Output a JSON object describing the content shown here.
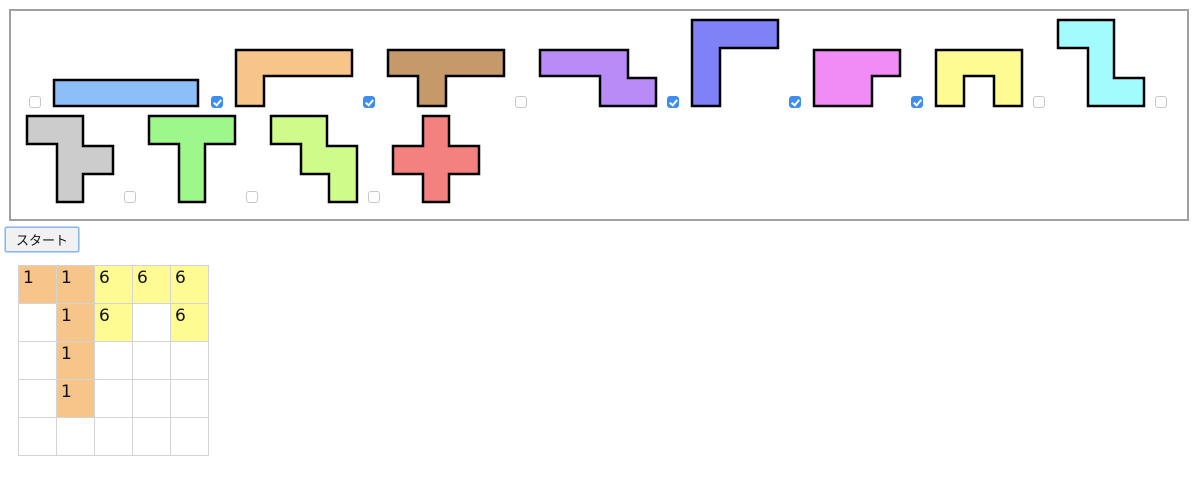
{
  "pieces": [
    {
      "id": "I",
      "color": "#8cbff8",
      "checked": false
    },
    {
      "id": "L",
      "color": "#f7c48a",
      "checked": true
    },
    {
      "id": "T-wide",
      "color": "#c6996a",
      "checked": true
    },
    {
      "id": "N",
      "color": "#b98bf6",
      "checked": false
    },
    {
      "id": "V",
      "color": "#7f82f6",
      "checked": true
    },
    {
      "id": "P",
      "color": "#f18cf6",
      "checked": true
    },
    {
      "id": "U",
      "color": "#fdfb92",
      "checked": true
    },
    {
      "id": "Z",
      "color": "#a2fbfc",
      "checked": false
    },
    {
      "id": "F",
      "color": "#cccccc",
      "checked": false
    },
    {
      "id": "T",
      "color": "#9ef78a",
      "checked": false
    },
    {
      "id": "W",
      "color": "#cffb8b",
      "checked": false
    },
    {
      "id": "X",
      "color": "#f2817f",
      "checked": false
    }
  ],
  "controls": {
    "start_label": "スタート"
  },
  "board": {
    "rows": [
      [
        "1",
        "1",
        "6",
        "6",
        "6"
      ],
      [
        "",
        "1",
        "6",
        "",
        "6"
      ],
      [
        "",
        "1",
        "",
        "",
        ""
      ],
      [
        "",
        "1",
        "",
        "",
        ""
      ],
      [
        "",
        "",
        "",
        "",
        ""
      ]
    ],
    "colors": {
      "1": "#f7c48a",
      "6": "#fdfb92"
    }
  }
}
